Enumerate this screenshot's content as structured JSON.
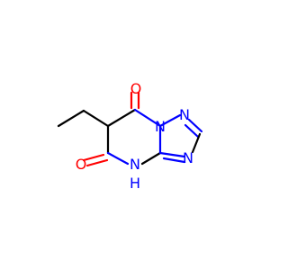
{
  "structure": {
    "atoms": {
      "O1": "O",
      "O2": "O",
      "N1": "N",
      "N2": "N",
      "N3": "N",
      "NH": "N",
      "H": "H"
    },
    "colors": {
      "bond": "#000000",
      "oxygen": "#ff0000",
      "nitrogen": "#0000ff",
      "background": "#ffffff"
    }
  }
}
